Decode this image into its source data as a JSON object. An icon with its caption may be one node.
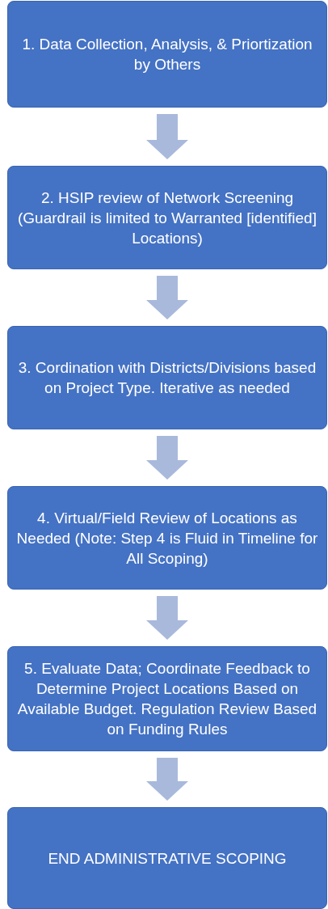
{
  "diagram": {
    "nodes": [
      {
        "text": [
          "1. Data Collection, Analysis, & Priortization by Others"
        ]
      },
      {
        "text": [
          "2. HSIP review of Network Screening (Guardrail is limited to Warranted [identified] Locations)"
        ]
      },
      {
        "text": [
          "3. Cordination with Districts/Divisions based on Project Type. Iterative as needed"
        ]
      },
      {
        "text": [
          "4. Virtual/Field Review of Locations as Needed (Note: Step 4 is Fluid in Timeline for All Scoping)"
        ]
      },
      {
        "text": [
          "5. Evaluate Data; Coordinate Feedback to Determine Project Locations Based on Available Budget. Regulation Review Based on Funding Rules"
        ]
      },
      {
        "text": [
          "END ADMINISTRATIVE SCOPING"
        ]
      }
    ],
    "edges": [
      {
        "from": 0,
        "to": 1,
        "arrow": "to"
      },
      {
        "from": 1,
        "to": 2,
        "arrow": "to"
      },
      {
        "from": 2,
        "to": 3,
        "arrow": "to"
      },
      {
        "from": 3,
        "to": 4,
        "arrow": "to"
      },
      {
        "from": 4,
        "to": 5,
        "arrow": "to"
      }
    ]
  }
}
